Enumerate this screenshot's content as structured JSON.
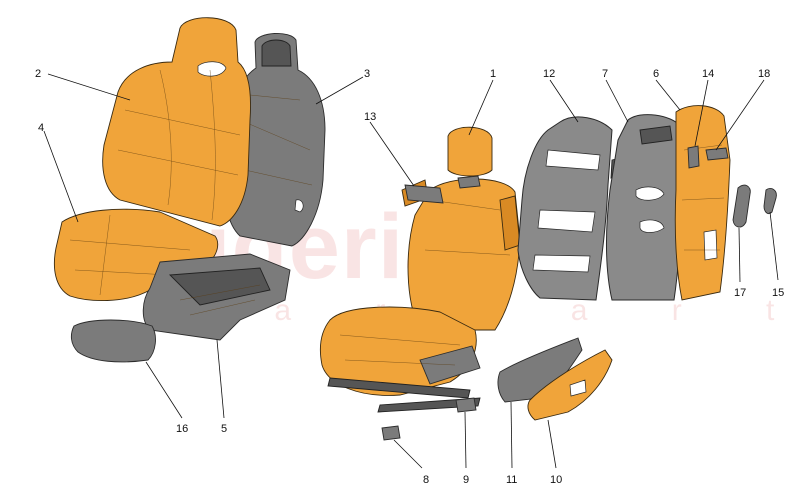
{
  "watermark": {
    "main": "scuderia",
    "sub": "c a r p a r t s"
  },
  "callouts": [
    {
      "id": "2",
      "label": "2"
    },
    {
      "id": "3",
      "label": "3"
    },
    {
      "id": "4",
      "label": "4"
    },
    {
      "id": "1",
      "label": "1"
    },
    {
      "id": "12",
      "label": "12"
    },
    {
      "id": "7",
      "label": "7"
    },
    {
      "id": "6",
      "label": "6"
    },
    {
      "id": "14",
      "label": "14"
    },
    {
      "id": "18",
      "label": "18"
    },
    {
      "id": "13",
      "label": "13"
    },
    {
      "id": "17",
      "label": "17"
    },
    {
      "id": "15",
      "label": "15"
    },
    {
      "id": "16",
      "label": "16"
    },
    {
      "id": "5",
      "label": "5"
    },
    {
      "id": "8",
      "label": "8"
    },
    {
      "id": "9",
      "label": "9"
    },
    {
      "id": "11",
      "label": "11"
    },
    {
      "id": "10",
      "label": "10"
    }
  ],
  "colors": {
    "cover": "#f0a43a",
    "foam": "#7b7b7b",
    "frame": "#8a8a8a",
    "watermark": "#d23a3a"
  }
}
